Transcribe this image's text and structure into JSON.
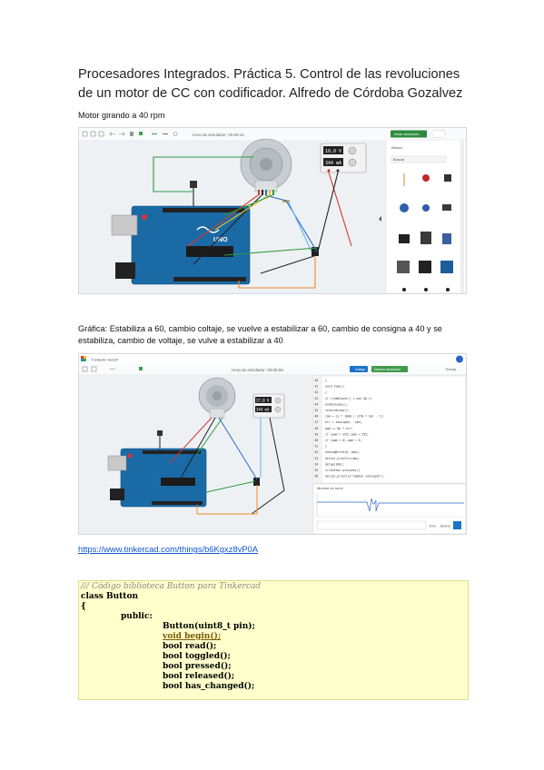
{
  "title": "Procesadores Integrados. Práctica 5. Control de las revoluciones de un motor de CC con codificador. Alfredo de Córdoba Gozalvez",
  "caption1": "Motor girando a 40 rpm",
  "caption2": "Gráfica: Estabiliza a 60, cambio coltaje, se vuelve a estabilizar a 60, cambio de consigna a 40 y se estabiliza, cambio de voltaje, se vulve a estabilizar a 40",
  "link": "https://www.tinkercad.com/things/b6Kgxz8vP0A",
  "screenshot1": {
    "sim_time": "Hora de simulador: 00:00:13",
    "start_button": "Iniciar simulación",
    "meter_voltage": "10,0 V",
    "meter_current": "344 mA",
    "panel_dropdown": "Básico",
    "panel_search": "Buscar",
    "board_label": "UNO"
  },
  "screenshot2": {
    "doc_title": "Fantastic Sedulf",
    "sim_time": "Hora de simulador: 00:05:08",
    "code_button": "Código",
    "stop_button": "Detener simulación",
    "share_button": "Enviar",
    "meter_voltage": "27,0 V",
    "meter_current": "344 mA",
    "serial_label": "Monitor en serie",
    "send_button": "Env.",
    "clear_button": "Borrar",
    "editor_lines": [
      "}",
      "void loop()",
      "{",
      "  if (readCount() > min && t)",
      "    enableLoop();",
      "    reverseLoop();",
      "    rpm = cs * 1000 / (270 * del - t);",
      "    err = consigna - rpm;",
      "    pwm += Kp * err;",
      "    if (pwm > 255) pwm = 255;",
      "    if (pwm < 0) pwm = 0;",
      "  }",
      "  analogWrite(6, pwm);",
      "  Serial.println(rpm);",
      "  delay(100);",
      "  if(button.pressed())",
      "    Serial.println(\"cambio consigna\");"
    ]
  },
  "code": {
    "comment": "/// Código biblioteca Button para Tinkercad",
    "class_line": "class Button",
    "open_brace": "{",
    "public_label": "public:",
    "members": [
      "Button(uint8_t pin);",
      "void begin();",
      "bool read();",
      "bool toggled();",
      "bool pressed();",
      "bool released();",
      "bool has_changed();"
    ]
  }
}
